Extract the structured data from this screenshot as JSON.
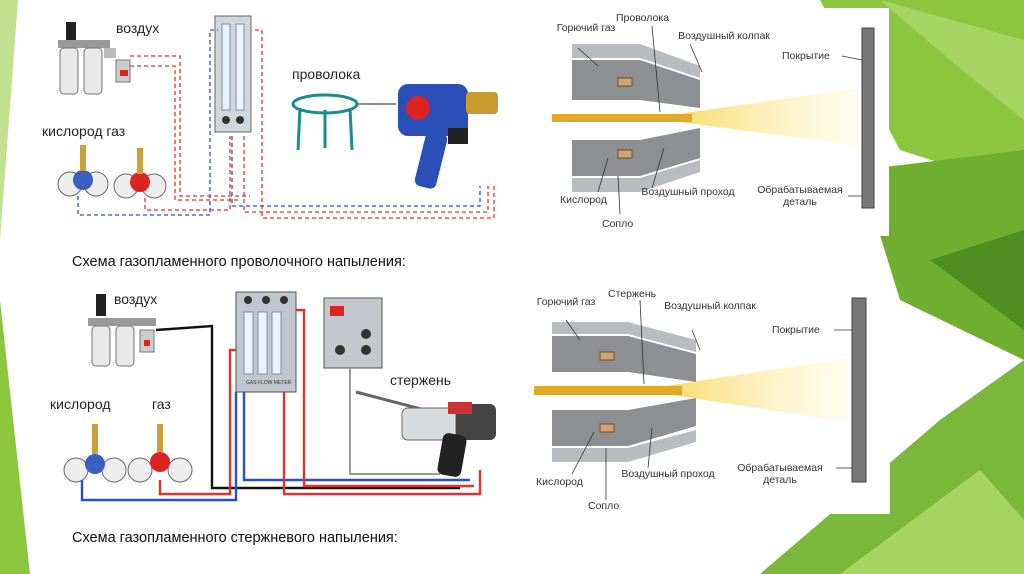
{
  "slide": {
    "accent_color": "#7ab73a",
    "accent_dark": "#4f8f22"
  },
  "wire_diagram": {
    "labels": {
      "air": "воздух",
      "oxygen_gas": "кислород  газ",
      "wire": "проволока"
    },
    "section": {
      "fuel_gas": "Горючий газ",
      "wire": "Проволока",
      "air_cap": "Воздушный колпак",
      "coating": "Покрытие",
      "oxygen": "Кислород",
      "air_passage": "Воздушный проход",
      "nozzle": "Сопло",
      "workpiece": "Обрабатываемая деталь"
    },
    "caption": "Схема газопламенного проволочного напыления:"
  },
  "rod_diagram": {
    "labels": {
      "air": "воздух",
      "oxygen": "кислород",
      "gas": "газ",
      "rod": "стержень",
      "flowmeter": "GAS FLOW METER"
    },
    "section": {
      "fuel_gas": "Горючий газ",
      "rod": "Стержень",
      "air_cap": "Воздушный колпак",
      "coating": "Покрытие",
      "oxygen": "Кислород",
      "air_passage": "Воздушный проход",
      "nozzle": "Сопло",
      "workpiece": "Обрабатываемая деталь"
    },
    "caption": "Схема газопламенного стержневого напыления:"
  },
  "icons": [
    "air-filter-icon",
    "gas-regulator-icon",
    "flowmeter-icon",
    "wire-spool-icon",
    "spray-gun-icon",
    "control-box-icon",
    "rod-gun-icon"
  ]
}
